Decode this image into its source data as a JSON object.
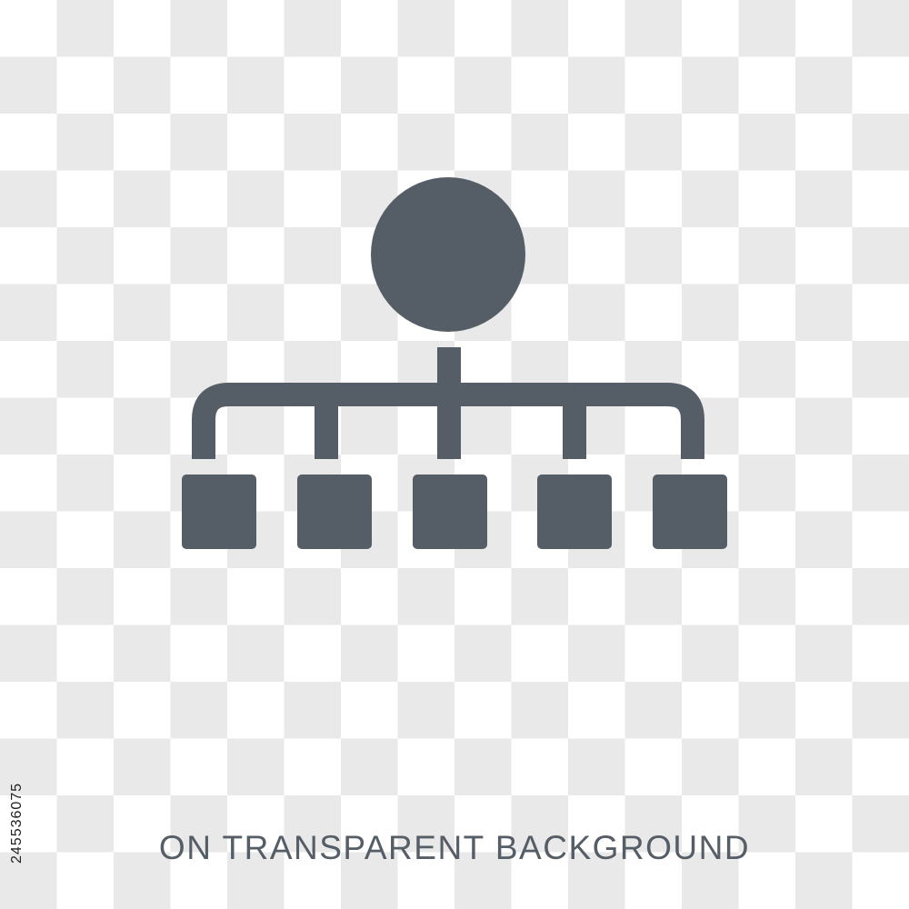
{
  "caption": "ON TRANSPARENT BACKGROUND",
  "stock_id": "245536075",
  "icon": {
    "name": "hierarchy-icon",
    "color": "#555e66",
    "child_count": 5
  },
  "background": {
    "pattern": "checkerboard",
    "light_color": "#ffffff",
    "dark_color": "#e9e9e9"
  }
}
